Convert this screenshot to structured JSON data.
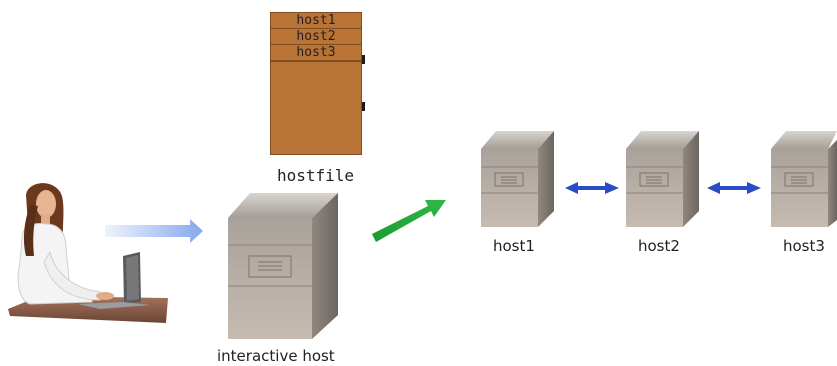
{
  "hostfile": {
    "lines": [
      "host1",
      "host2",
      "host3"
    ],
    "label": "hostfile"
  },
  "interactive_host": {
    "label": "interactive host"
  },
  "cluster": {
    "hosts": [
      {
        "label": "host1"
      },
      {
        "label": "host2"
      },
      {
        "label": "host3"
      }
    ]
  },
  "colors": {
    "hostfile": "#b87335",
    "server_front": "#b2aaa2",
    "server_side": "#7e7770",
    "ssh_arrow": "#23a338",
    "link_arrow": "#2a4cc8",
    "user_arrow": "#a9c2f2"
  }
}
